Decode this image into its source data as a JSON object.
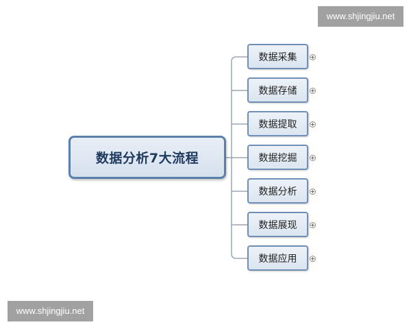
{
  "watermark": {
    "text": "www.shjingjiu.net"
  },
  "root": {
    "label": "数据分析7大流程"
  },
  "branches": [
    {
      "label": "数据采集"
    },
    {
      "label": "数据存储"
    },
    {
      "label": "数据提取"
    },
    {
      "label": "数据挖掘"
    },
    {
      "label": "数据分析"
    },
    {
      "label": "数据展现"
    },
    {
      "label": "数据应用"
    }
  ],
  "colors": {
    "root_border": "#5b7fab",
    "branch_border": "#6f8eb5",
    "connector": "#9aa6b2",
    "watermark_bg": "#9a9a9a"
  },
  "icons": {
    "expand": "plus-circle-icon"
  }
}
